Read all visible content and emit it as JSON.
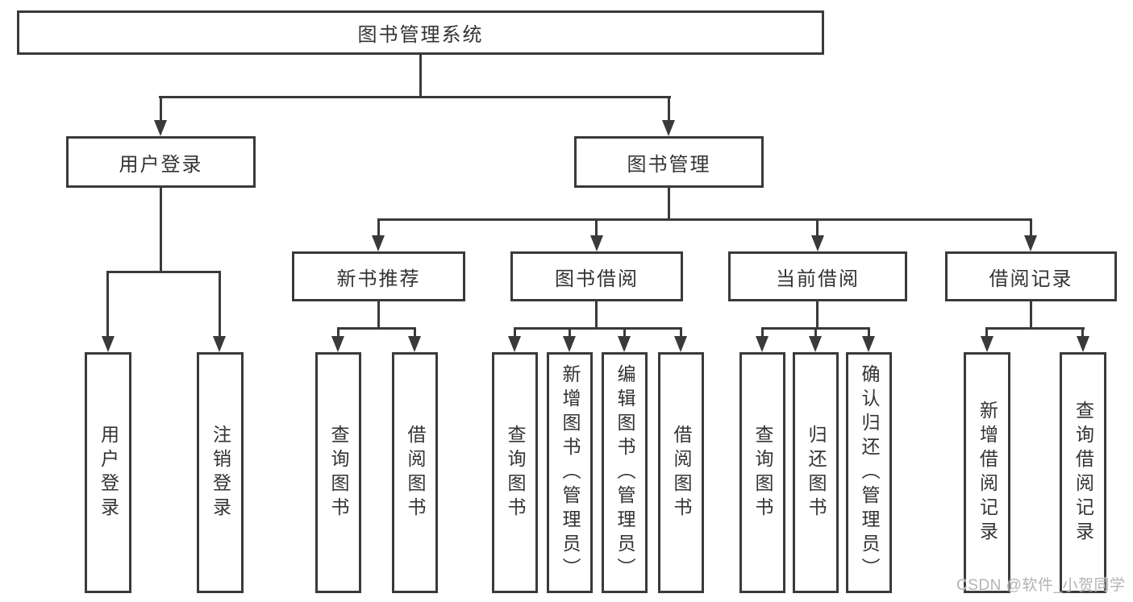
{
  "nodes": {
    "root": "图书管理系统",
    "user_login": "用户登录",
    "book_management": "图书管理",
    "new_book_recommend": "新书推荐",
    "book_borrow": "图书借阅",
    "current_borrow": "当前借阅",
    "borrow_records": "借阅记录",
    "leaf_user_login": "用户登录",
    "leaf_logout_login": "注销登录",
    "leaf_query_books_a": "查询图书",
    "leaf_borrow_books_a": "借阅图书",
    "leaf_query_books_b": "查询图书",
    "leaf_add_books_admin": "新增图书（管理员）",
    "leaf_edit_books_admin": "编辑图书（管理员）",
    "leaf_borrow_books_b": "借阅图书",
    "leaf_query_books_c": "查询图书",
    "leaf_return_books": "归还图书",
    "leaf_confirm_return_admin": "确认归还（管理员）",
    "leaf_add_borrow_record": "新增借阅记录",
    "leaf_query_borrow_record": "查询借阅记录"
  },
  "watermark": "CSDN @软件_小贺同学",
  "colors": {
    "line": "#3a3a3a",
    "text": "#333333",
    "watermark": "#b3b3b3",
    "background": "#ffffff"
  }
}
